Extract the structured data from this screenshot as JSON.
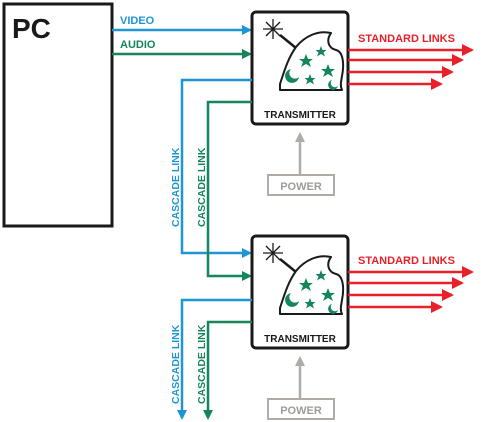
{
  "pc": {
    "label": "PC"
  },
  "signals": {
    "video": "VIDEO",
    "audio": "AUDIO",
    "cascade": "CASCADE LINK",
    "standard_links": "STANDARD LINKS",
    "power": "POWER"
  },
  "transmitters": [
    {
      "label": "TRANSMITTER"
    },
    {
      "label": "TRANSMITTER"
    }
  ],
  "colors": {
    "video": "#1f96d3",
    "audio": "#15855a",
    "standard": "#e8202a",
    "power": "#b0aba7",
    "wizard_green": "#15855a",
    "outline": "#1a1a1a"
  }
}
